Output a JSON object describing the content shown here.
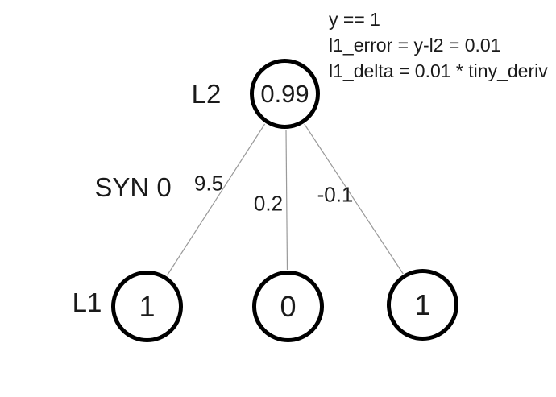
{
  "diagram": {
    "annotation": {
      "lines": [
        "y == 1",
        "l1_error = y-l2 = 0.01",
        "l1_delta = 0.01 * tiny_deriv"
      ]
    },
    "labels": {
      "l2": "L2",
      "l1": "L1",
      "syn": "SYN 0"
    },
    "nodes": {
      "l2_value": "0.99",
      "l1_values": [
        "1",
        "0",
        "1"
      ]
    },
    "weights": [
      "9.5",
      "0.2",
      "-0.1"
    ],
    "colors": {
      "node_stroke": "#000000",
      "edge_line": "#9a9a9a",
      "text": "#1a1a1a",
      "background": "#ffffff"
    }
  }
}
